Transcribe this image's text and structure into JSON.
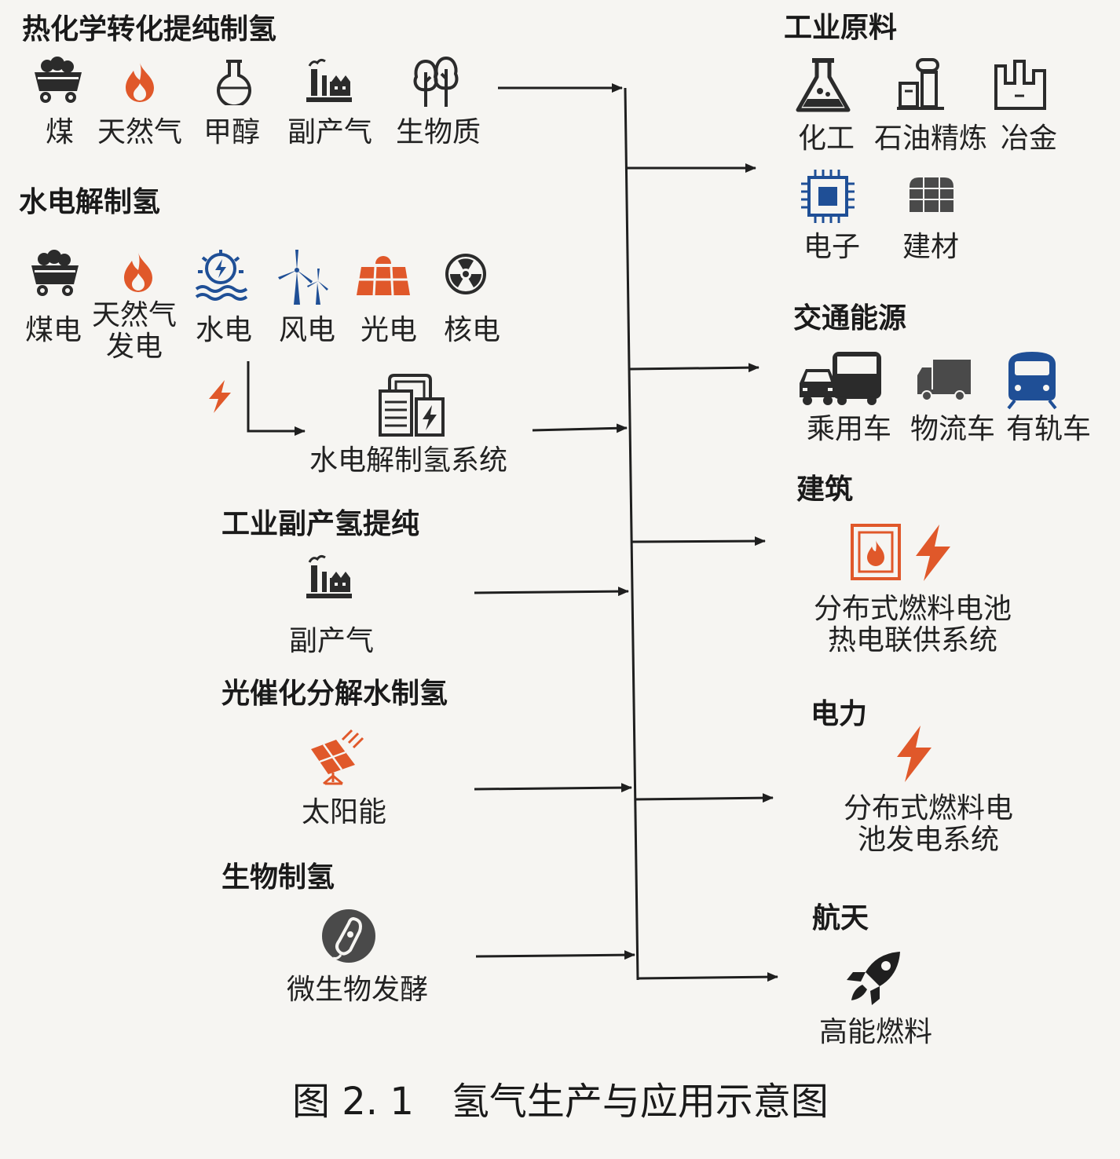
{
  "colors": {
    "dark": "#2b2b2b",
    "orange": "#e0582a",
    "blue": "#1f4f96"
  },
  "left": {
    "thermo": {
      "title": "热化学转化提纯制氢",
      "items": [
        "煤",
        "天然气",
        "甲醇",
        "副产气",
        "生物质"
      ]
    },
    "water": {
      "title": "水电解制氢",
      "items": [
        "煤电",
        "天然气\n发电",
        "水电",
        "风电",
        "光电",
        "核电"
      ],
      "system_label": "水电解制氢系统"
    },
    "byproduct": {
      "title": "工业副产氢提纯",
      "item": "副产气"
    },
    "photo": {
      "title": "光催化分解水制氢",
      "item": "太阳能"
    },
    "bio": {
      "title": "生物制氢",
      "item": "微生物发酵"
    }
  },
  "right": {
    "industrial": {
      "title": "工业原料",
      "items": [
        "化工",
        "石油精炼",
        "冶金",
        "电子",
        "建材"
      ]
    },
    "transport": {
      "title": "交通能源",
      "items": [
        "乘用车",
        "物流车",
        "有轨车"
      ]
    },
    "building": {
      "title": "建筑",
      "item": "分布式燃料电池\n热电联供系统"
    },
    "power": {
      "title": "电力",
      "item": "分布式燃料电\n池发电系统"
    },
    "aerospace": {
      "title": "航天",
      "item": "高能燃料"
    }
  },
  "caption": "图 2. 1　氢气生产与应用示意图"
}
